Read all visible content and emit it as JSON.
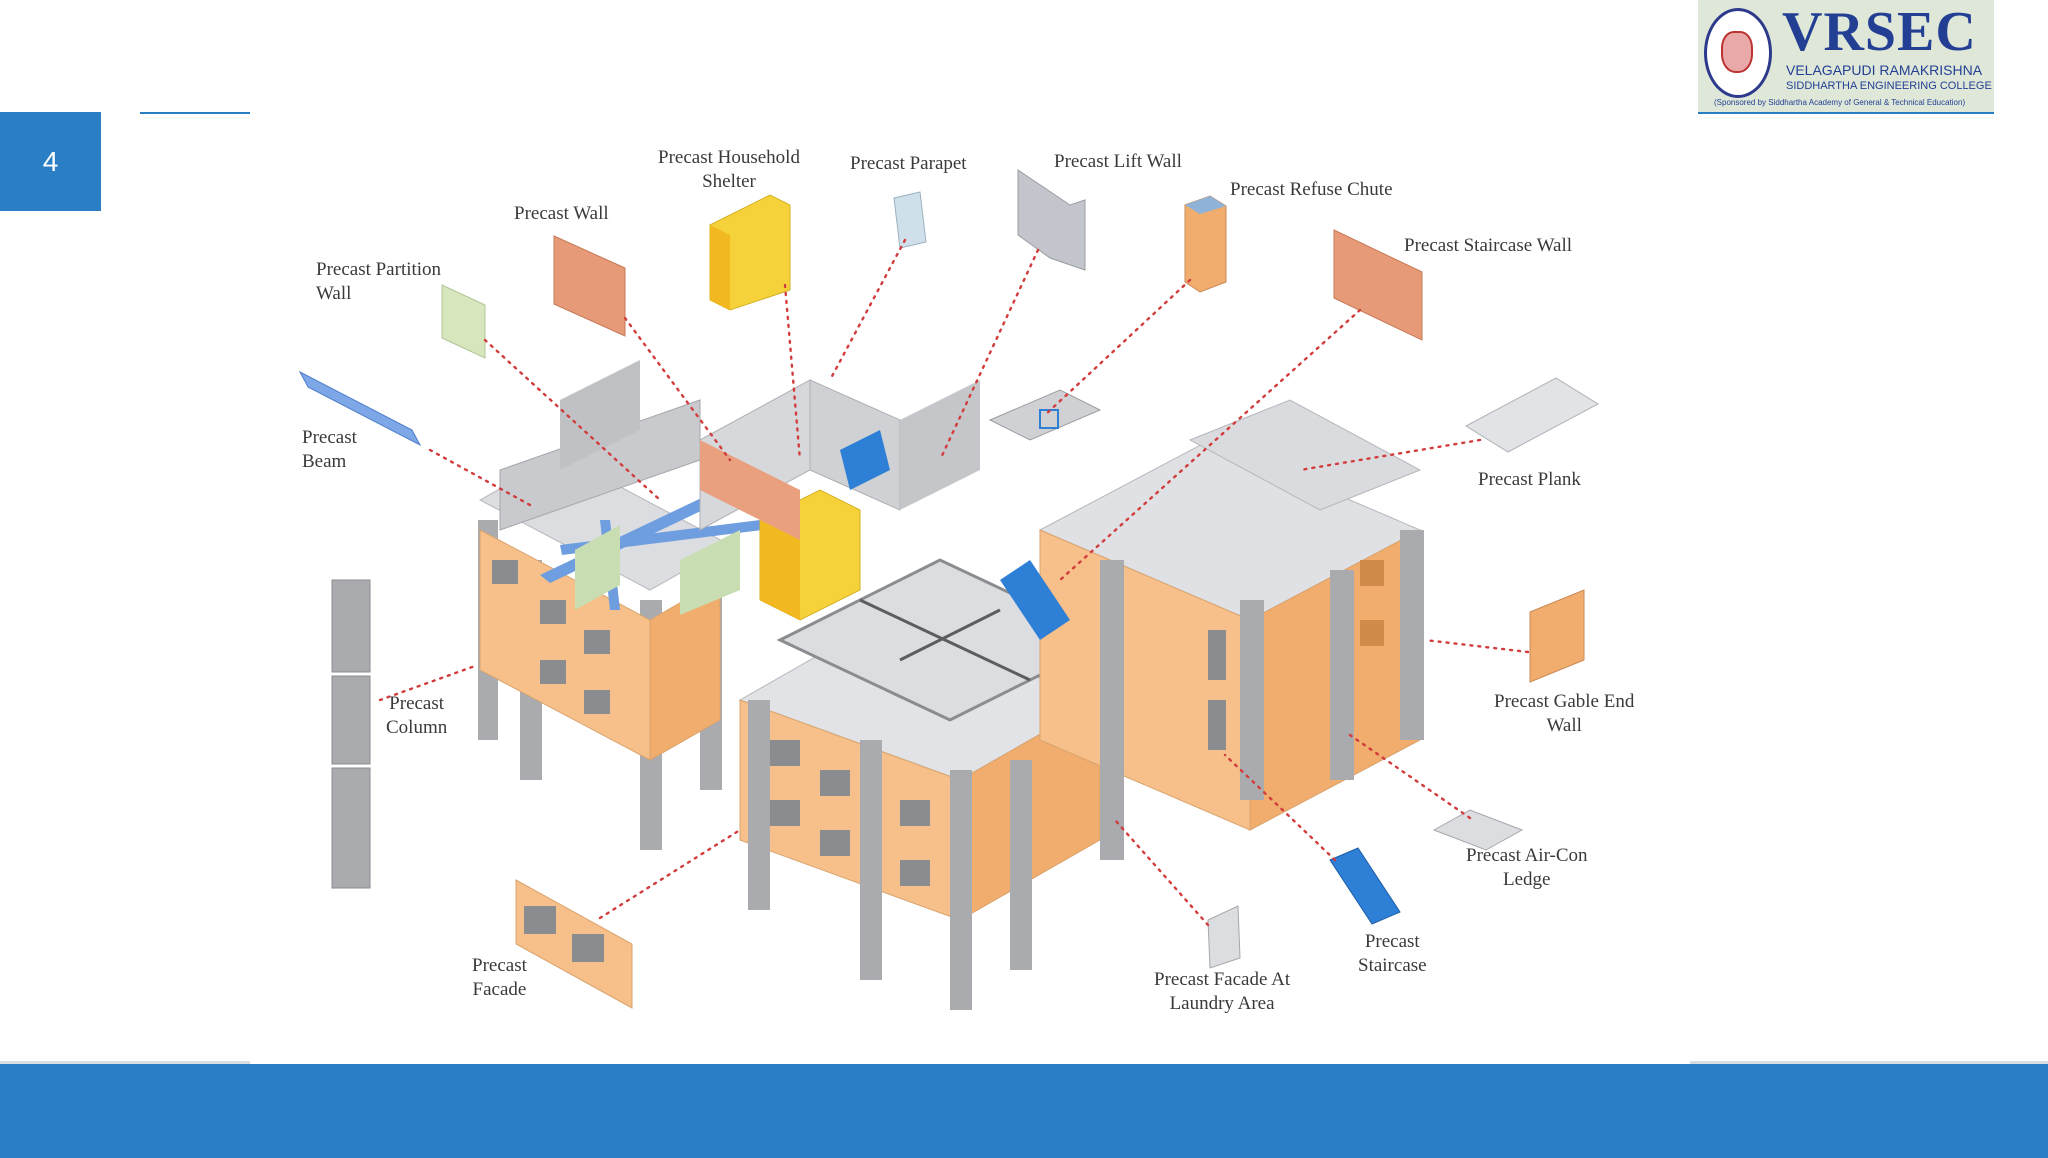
{
  "slide": {
    "number": "4"
  },
  "logo": {
    "name": "VRSEC",
    "line1": "VELAGAPUDI RAMAKRISHNA",
    "line2": "SIDDHARTHA ENGINEERING COLLEGE",
    "line3": "(Sponsored by Siddhartha Academy of General & Technical Education)"
  },
  "labels": {
    "household_shelter": "Precast Household\nShelter",
    "parapet": "Precast Parapet",
    "lift_wall": "Precast Lift Wall",
    "refuse_chute": "Precast Refuse Chute",
    "wall": "Precast Wall",
    "staircase_wall": "Precast Staircase Wall",
    "partition_wall": "Precast Partition\nWall",
    "beam": "Precast\nBeam",
    "plank": "Precast Plank",
    "column": "Precast\nColumn",
    "gable_end_wall": "Precast Gable End\nWall",
    "aircon_ledge": "Precast Air-Con\nLedge",
    "staircase": "Precast\nStaircase",
    "facade_laundry": "Precast Facade At\nLaundry Area",
    "facade": "Precast\nFacade"
  },
  "colors": {
    "accent_blue": "#2a7fc4",
    "wall_orange": "#f7c08a",
    "shelter_yellow": "#f6d23a",
    "concrete_grey": "#b7b9bd",
    "leader_red": "#d23c3c",
    "beam_blue": "#6e9ee0"
  }
}
